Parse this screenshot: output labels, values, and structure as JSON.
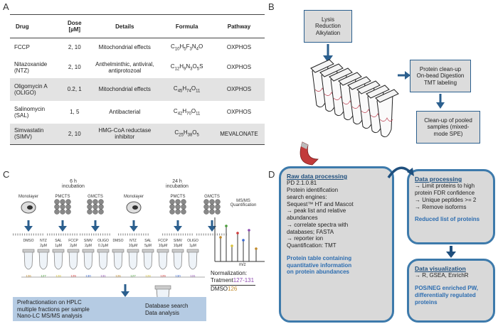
{
  "panels": {
    "a": "A",
    "b": "B",
    "c": "C",
    "d": "D"
  },
  "tableA": {
    "headers": {
      "drug": "Drug",
      "dose": "Dose",
      "dose_unit": "[µM]",
      "details": "Details",
      "formula": "Formula",
      "pathway": "Pathway"
    },
    "rows": [
      {
        "drug": "FCCP",
        "drug2": "",
        "dose": "2, 10",
        "details": "Mitochondrial effects",
        "details2": "",
        "formula": "C10H5F3N4O",
        "pathway": "OXPHOS"
      },
      {
        "drug": "Nitazoxanide",
        "drug2": "(NTZ)",
        "dose": "2, 10",
        "details": "Anthelminthic, antiviral,",
        "details2": "antiprotozoal",
        "formula": "C12H9N3O5S",
        "pathway": "OXPHOS"
      },
      {
        "drug": "Oligomycin A",
        "drug2": "(OLIGO)",
        "dose": "0.2, 1",
        "details": "Mitochondrial effects",
        "details2": "",
        "formula": "C45H74O11",
        "pathway": "OXPHOS"
      },
      {
        "drug": "Salinomycin",
        "drug2": "(SAL)",
        "dose": "1, 5",
        "details": "Antibacterial",
        "details2": "",
        "formula": "C42H70O11",
        "pathway": "OXPHOS"
      },
      {
        "drug": "Simvastatin",
        "drug2": "(SIMV)",
        "dose": "2, 10",
        "details": "HMG-CoA reductase",
        "details2": "inhibitor",
        "formula": "C25H38O5",
        "pathway": "MEVALONATE"
      }
    ]
  },
  "panelB": {
    "lysis": [
      "Lysis",
      "Reduction",
      "Alkylation"
    ],
    "cleanup": [
      "Protein clean-up",
      "On-bead Digestion",
      "TMT labeling"
    ],
    "pooled": [
      "Clean-up of pooled",
      "samples (mixed-",
      "mode SPE)"
    ]
  },
  "panelC": {
    "inc6": [
      "6 h",
      "incubation"
    ],
    "inc24": [
      "24 h",
      "incubation"
    ],
    "cultures": [
      "Monolayer",
      "PMCTS",
      "GMCTS",
      "Monolayer",
      "PMCTS",
      "GMCTS"
    ],
    "tubes": [
      {
        "top": "DMSO",
        "bot": "",
        "tag": "126"
      },
      {
        "top": "NTZ",
        "bot": "2µM",
        "tag": "127"
      },
      {
        "top": "SAL",
        "bot": "1µM",
        "tag": "128"
      },
      {
        "top": "FCCP",
        "bot": "2µM",
        "tag": "129"
      },
      {
        "top": "SIMV",
        "bot": "2µM",
        "tag": "130"
      },
      {
        "top": "OLIGO",
        "bot": "0.2µM",
        "tag": "131"
      },
      {
        "top": "DMSO",
        "bot": "",
        "tag": "126"
      },
      {
        "top": "NTZ",
        "bot": "10µM",
        "tag": "127"
      },
      {
        "top": "SAL",
        "bot": "5µM",
        "tag": "128"
      },
      {
        "top": "FCCP",
        "bot": "10µM",
        "tag": "129"
      },
      {
        "top": "SIMV",
        "bot": "10µM",
        "tag": "130"
      },
      {
        "top": "OLIGO",
        "bot": "1µM",
        "tag": "131"
      }
    ],
    "msms": [
      "MS/MS",
      "Quantification"
    ],
    "mz": "m/z",
    "normalization": "Normalization:",
    "treatment": "Tratment",
    "treatment_range": "127-131",
    "dmso": "DMSO",
    "dmso_tag": "126",
    "prefraction": [
      "Prefractionation on HPLC",
      "multiple fractions per sample",
      "Nano-LC MS/MS analysis"
    ],
    "database": [
      "Database search",
      "Data analysis"
    ]
  },
  "panelD": {
    "raw": {
      "title": "Raw data processing",
      "lines": [
        "PD 2.1.0.81",
        "Protein identification",
        "search engines:",
        "Sequest™ HT and Mascot",
        "→ peak list and relative",
        "abundances",
        "→ correlate spectra with",
        "databases; FASTA",
        "→ reporter ion",
        "Quantification: TMT"
      ],
      "result": [
        "Protein table containing",
        "quantitative information",
        "on protein abundances"
      ]
    },
    "proc": {
      "title": "Data processing",
      "lines": [
        "→ Limit proteins to high",
        "protein FDR confidence",
        "→ Unique peptides >= 2",
        "→ Remove isoforms"
      ],
      "result": [
        "Reduced list of proteins"
      ]
    },
    "vis": {
      "title": "Data visualization",
      "lines": [
        "→ R, GSEA, EnrichR"
      ],
      "result": [
        "POS/NEG enriched PW,",
        "differentially regulated",
        "proteins"
      ]
    }
  },
  "colors": {
    "arrow": "#2b5f8e",
    "box_border": "#3d7aab",
    "box_fill": "#d9d9d9",
    "accent_text": "#2d6db0",
    "prefraction_fill": "#b5cbe3"
  }
}
